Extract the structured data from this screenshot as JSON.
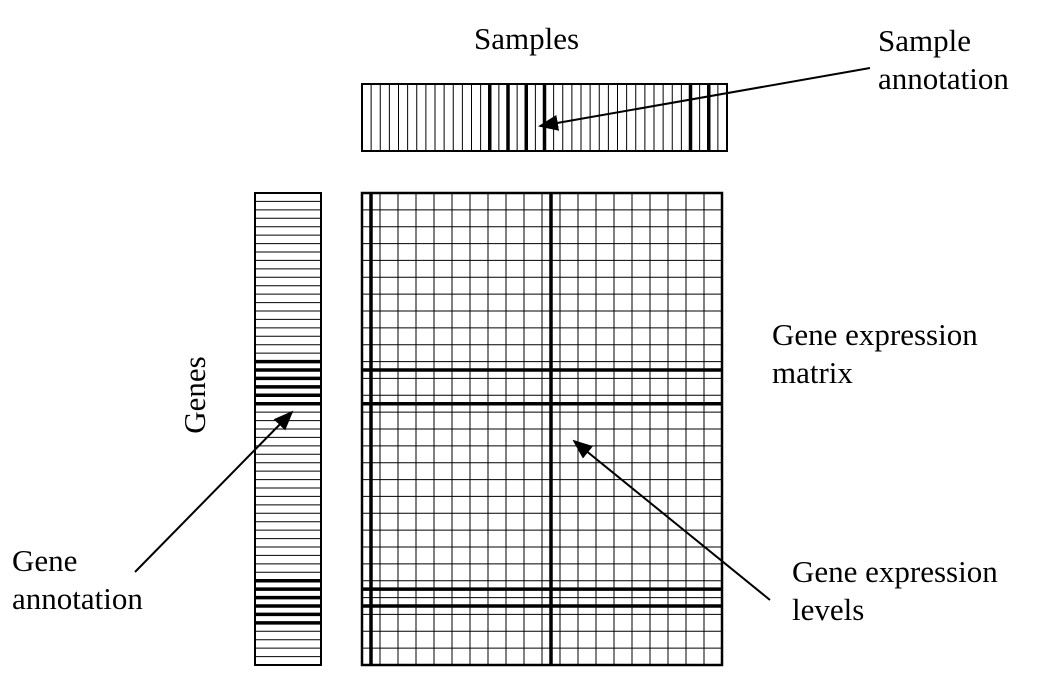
{
  "labels": {
    "samples": "Samples",
    "sample_annotation": [
      "Sample",
      "annotation"
    ],
    "genes": "Genes",
    "gene_expression_matrix": [
      "Gene expression",
      "matrix"
    ],
    "gene_annotation": [
      "Gene",
      "annotation"
    ],
    "gene_expression_levels": [
      "Gene expression",
      "levels"
    ]
  },
  "colors": {
    "stroke": "#000000",
    "background": "#ffffff"
  },
  "matrix": {
    "columns": 20,
    "rows": 28,
    "highlight_columns": [
      0,
      10
    ],
    "highlight_rows": [
      10,
      12,
      23,
      24
    ]
  },
  "sample_annotation_bar": {
    "columns": 20,
    "highlight_columns": [
      7,
      8,
      9,
      18
    ]
  },
  "gene_annotation_bar": {
    "rows": 28,
    "highlight_rows": [
      10,
      11,
      12,
      23,
      24,
      25
    ]
  }
}
